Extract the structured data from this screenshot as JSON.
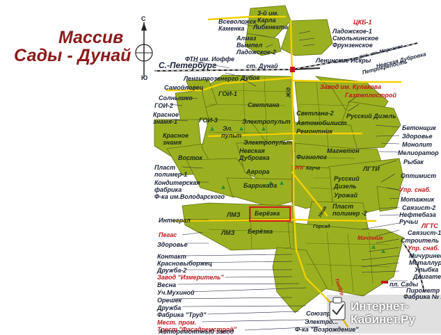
{
  "title_line1": "Массив",
  "title_line2": "Сады - Дунай",
  "compass": {
    "north": "С",
    "south": "Ю"
  },
  "station": "ст. Дунай",
  "railway": "С.-Петербург",
  "watermark": {
    "line1": "Интернет-",
    "line2": "Кабинет.Ру"
  },
  "highlighted_plot": "Берёзка",
  "colors": {
    "plot": "#9bb020",
    "road": "#f2d000",
    "label": "#1a2238",
    "red_label": "#c0161c",
    "highlight": "#d21a1a"
  },
  "labels": {
    "l01": "Всеволожск",
    "l02": "Каменка",
    "l03": "3-й им.",
    "l04": "Карла",
    "l05": "Либкнехта",
    "l06": "ЦКБ-1",
    "l07": "Ладожское-1",
    "l08": "Смольнинское",
    "l09": "Фрунзенское",
    "l10": "Алмаз",
    "l11": "Вымпел",
    "l12": "Ладожское-2",
    "l13": "пос. им. Морозова",
    "l14": "Невская Дубровка",
    "l15": "Петрокрепость",
    "l16": "ФТН им. Иоффе",
    "l17": "Ленинские Искры",
    "l18": "Ленгипрозенерго",
    "l19": "Дубок",
    "l20": "Самойловец",
    "l21": "Солнышко",
    "l22": "ГОИ-1",
    "l23": "ГОИ-2",
    "l24": "Красное",
    "l25": "знамя-1",
    "l26": "ГОИ-3",
    "l27": "Завод им. Кулакова",
    "l28": "Газтеплострой",
    "l29": "Светлана",
    "l30": "Светлана-2",
    "l31": "Русский Дизель",
    "l32": "Бетонщик",
    "l33": "Здоровье",
    "l34": "Монолит",
    "l35": "Мелиоратор",
    "l36": "Электропульт",
    "l37": "Автомобилист",
    "l38": "Ремонтник",
    "l39": "Эл.",
    "l40": "пульт",
    "l41": "Красное",
    "l42": "знамя",
    "l43": "Электропульт",
    "l44": "Невская",
    "l45": "Дубровка",
    "l46": "Магнетон",
    "l47": "Физиолог",
    "l48": "Восток",
    "l49": "Пласт",
    "l50": "полимер-1",
    "l51": "Аврора",
    "l52": "Кондитерская",
    "l53": "фабрика",
    "l54": "Ф-ка им.Володарского",
    "l55": "Баррикада",
    "l56": "РПГ",
    "l57": "Кауча",
    "l58": "ЛГТИ",
    "l59": "Рыбак",
    "l60": "Оптимист",
    "l61": "Русский",
    "l62": "Дизель",
    "l63": "Урожай",
    "l64": "Упр. снаб.",
    "l65": "Мотажник",
    "l66": "Пласт",
    "l67": "полимер -2",
    "l68": "Связист-2",
    "l69": "Нефтебаза",
    "l70": "Ручьи",
    "l71": "Интеграл",
    "l72": "ЛМЗ",
    "l73": "Берёзка",
    "l74": "ЛГТС",
    "l75": "Пегас",
    "l76": "ЛМЗ",
    "l77": "Берёзка",
    "l78": "Связист-1",
    "l79": "Строитель",
    "l80": "Здоровье",
    "l81": "Упр. снаб.",
    "l82": "Мачтник",
    "l83": "Мичуринец",
    "l84": "Контакт",
    "l85": "Металлург",
    "l86": "Красновыборжец",
    "l87": "Улыбка",
    "l88": "Дружба-2",
    "l89": "Двигатель",
    "l90": "Завод \"Измеритель\"",
    "l91": "Весна",
    "l92": "пл. Сады",
    "l93": "Пирометр",
    "l94": "Уч.Мухиной",
    "l95": "Фабрика № 2",
    "l96": "Орешек",
    "l97": "Дружба",
    "l98": "Фабрика \"Труд\"",
    "l99": "Мест. пром.",
    "l100": "Трест \"Фасадремстрой\"",
    "l101": "Авторемонтный завод",
    "l102": "Союзпро...",
    "l103": "Электро...",
    "l104": "Ф-ка \"Возрождение\"",
    "l105": "Ж/д",
    "l106": "Нева",
    "l107": "Горсад",
    "l108": "Тамбур"
  }
}
